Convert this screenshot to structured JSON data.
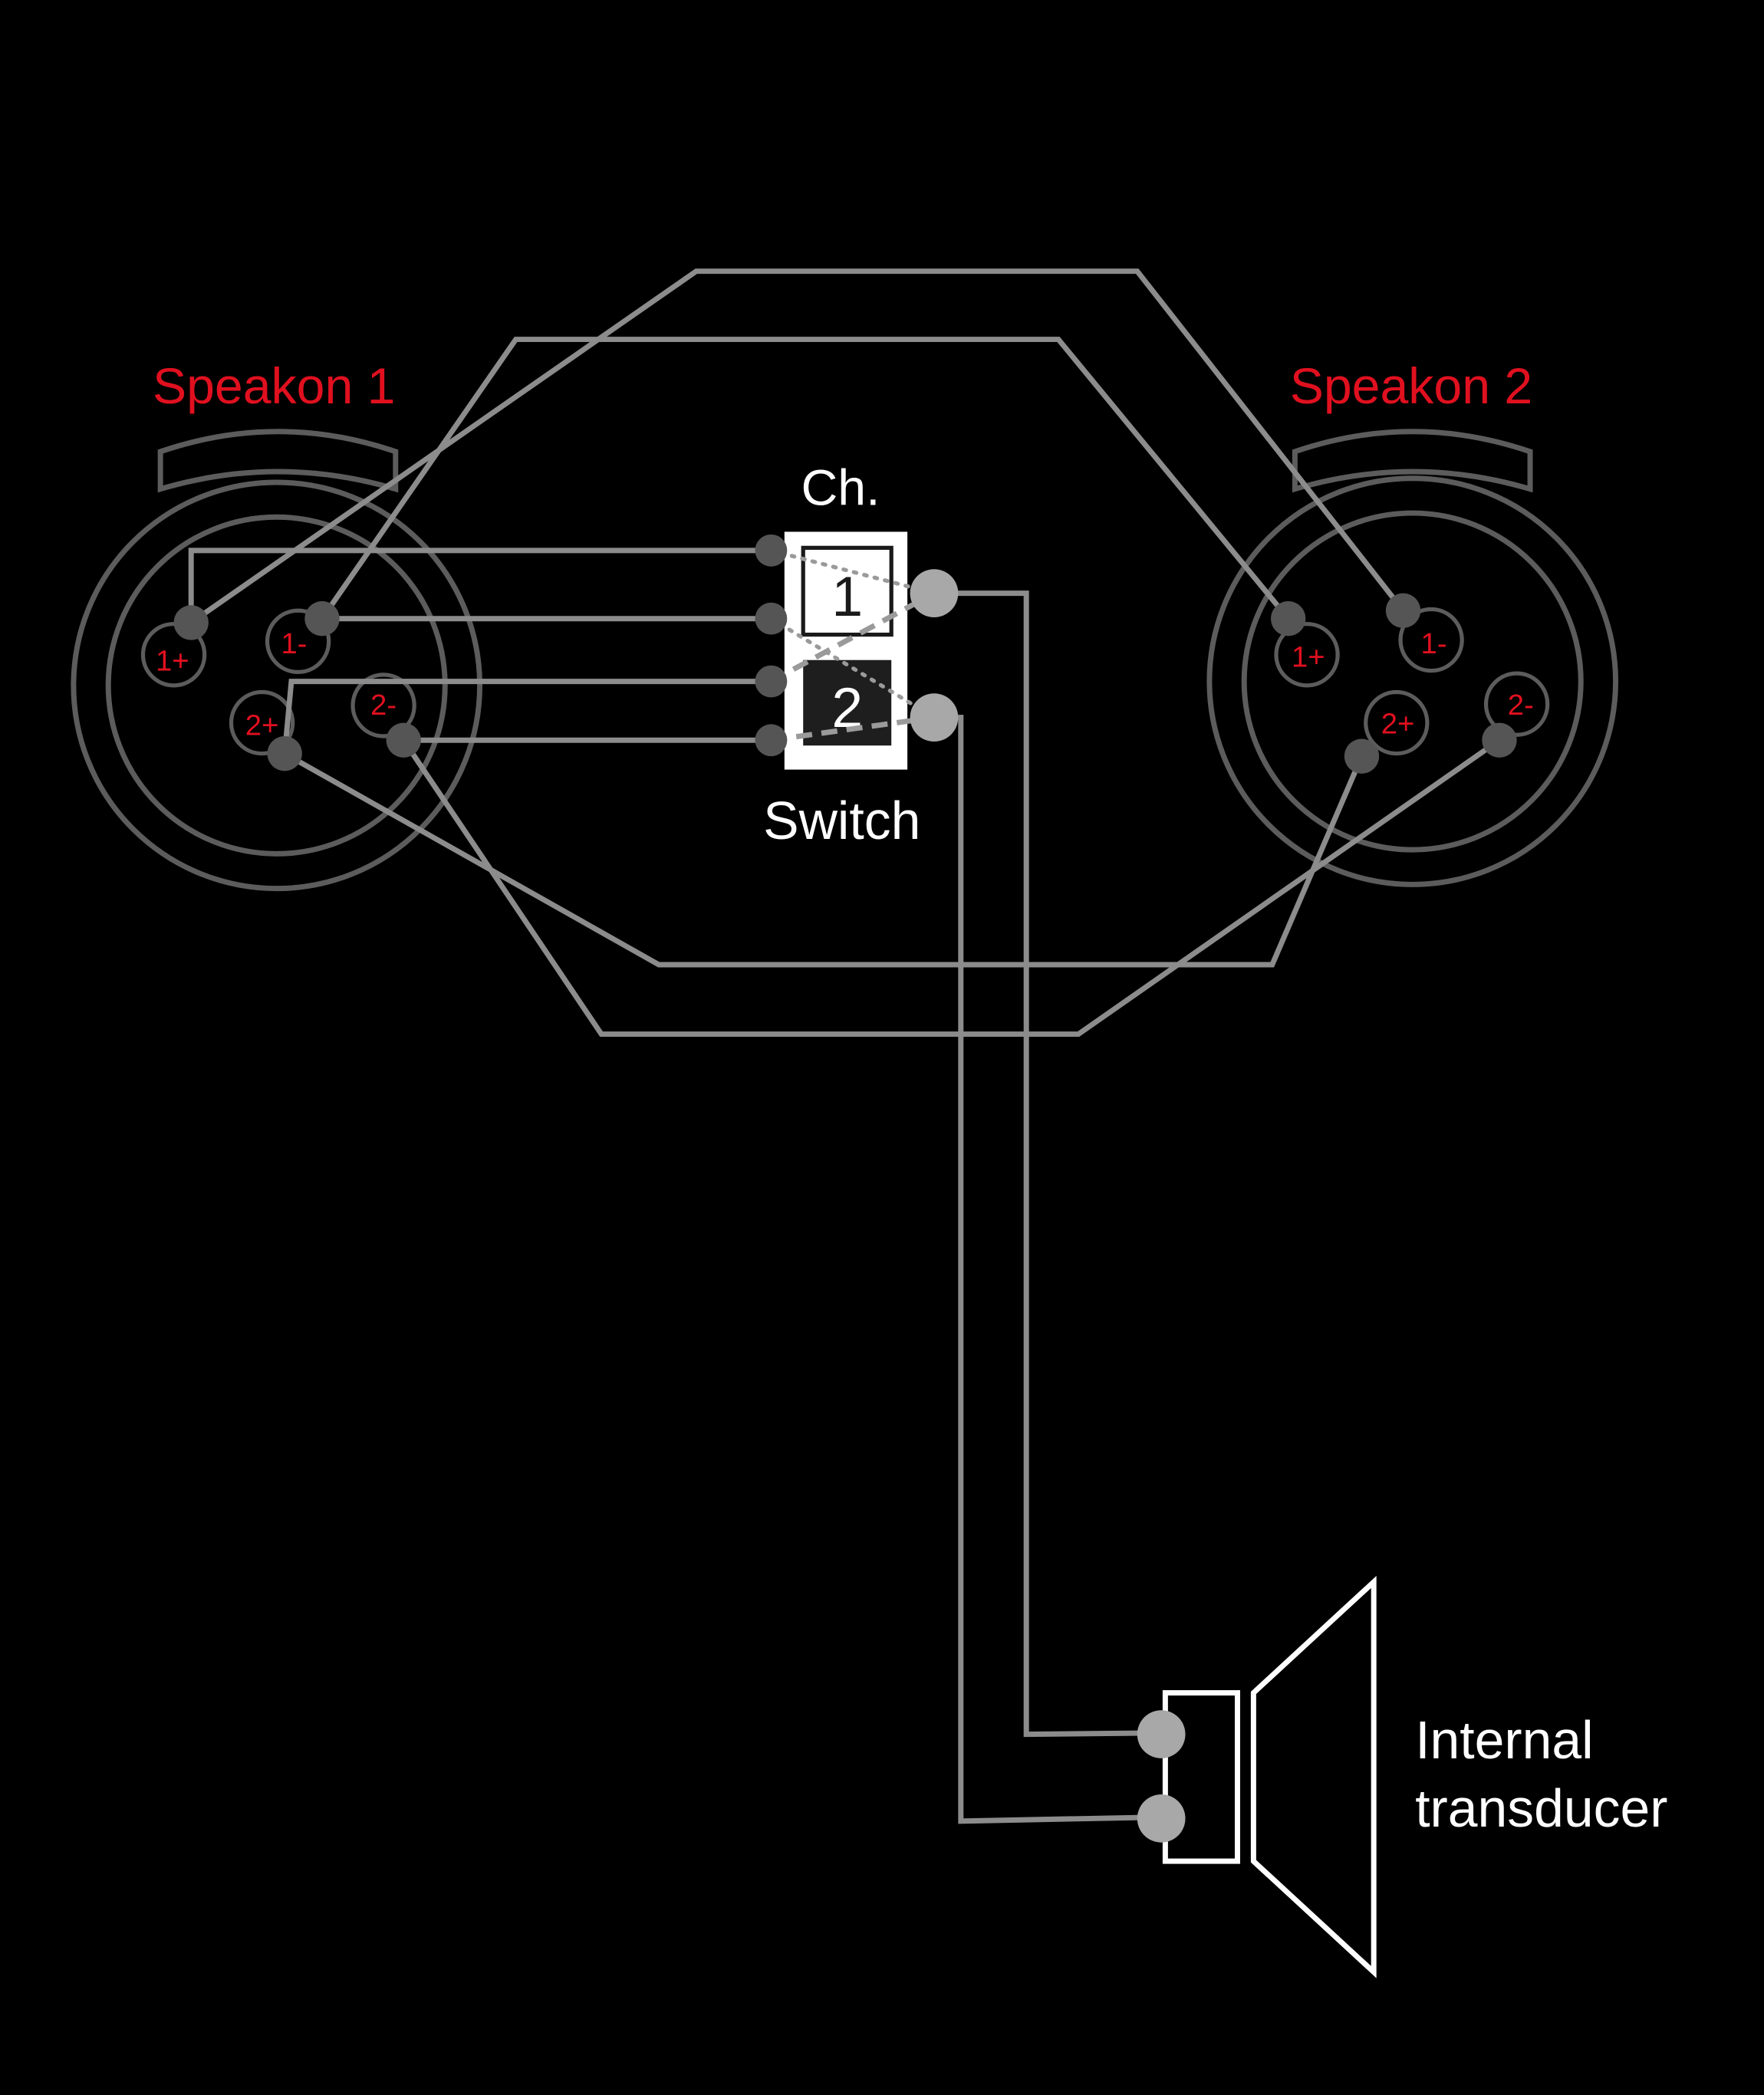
{
  "colors": {
    "background": "#000000",
    "wire": "#8c8c8c",
    "ring": "#5c5c5c",
    "pin": "#555555",
    "switch_pin": "#a8a8a8",
    "accent_red": "#e0101f",
    "white": "#ffffff"
  },
  "speakon1": {
    "title": "Speakon 1",
    "pins": [
      "1+",
      "1-",
      "2+",
      "2-"
    ]
  },
  "speakon2": {
    "title": "Speakon 2",
    "pins": [
      "1+",
      "1-",
      "2+",
      "2-"
    ]
  },
  "switch": {
    "top_label": "Ch.",
    "bottom_label": "Switch",
    "position_1": "1",
    "position_2": "2"
  },
  "transducer": {
    "label_line1": "Internal",
    "label_line2": "transducer"
  }
}
